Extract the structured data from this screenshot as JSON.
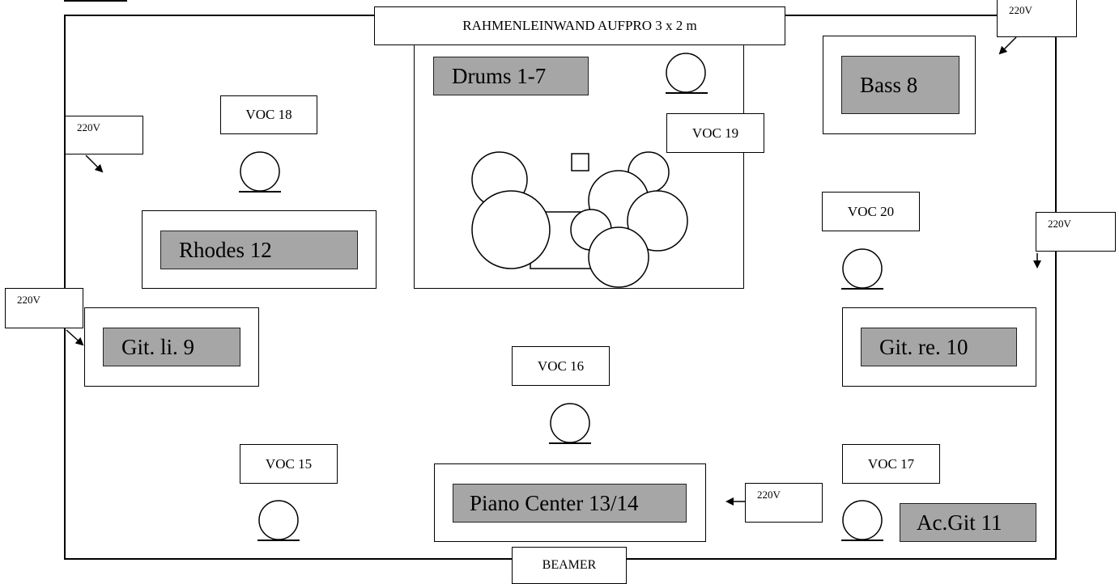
{
  "screen": {
    "label": "RAHMENLEINWAND AUFPRO 3 x 2 m"
  },
  "beamer": {
    "label": "BEAMER"
  },
  "power": {
    "label": "220V"
  },
  "instruments": {
    "drums": "Drums 1-7",
    "bass": "Bass 8",
    "rhodes": "Rhodes 12",
    "git_left": "Git. li. 9",
    "git_right": "Git. re. 10",
    "piano": "Piano Center 13/14",
    "acgit": "Ac.Git 11"
  },
  "vocals": {
    "voc15": "VOC 15",
    "voc16": "VOC 16",
    "voc17": "VOC 17",
    "voc18": "VOC 18",
    "voc19": "VOC 19",
    "voc20": "VOC 20"
  },
  "colors": {
    "instrument_fill": "#a6a6a6",
    "line": "#000000",
    "background": "#ffffff"
  }
}
